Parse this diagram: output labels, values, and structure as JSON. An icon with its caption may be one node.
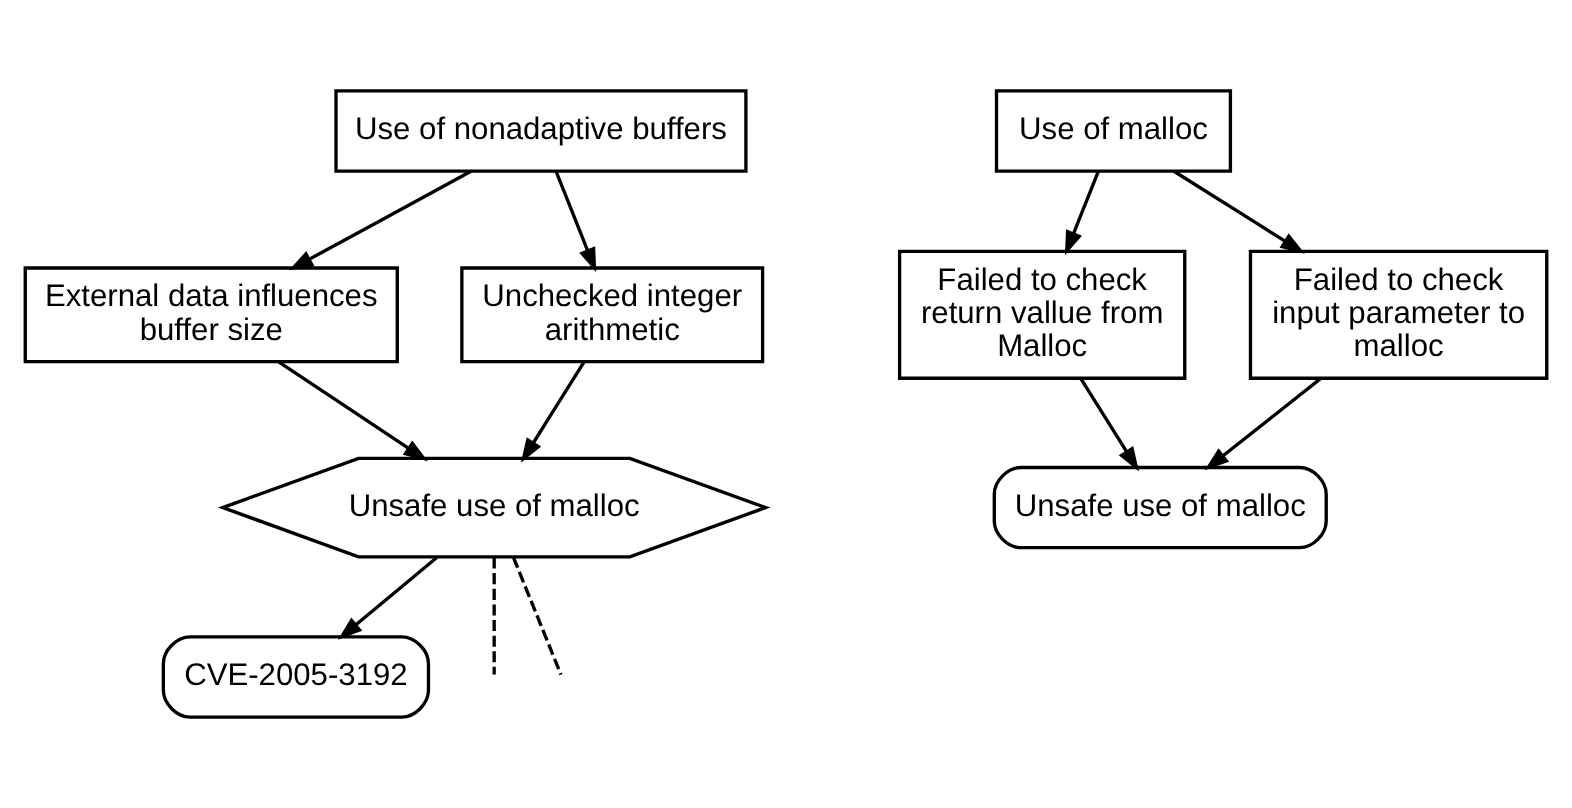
{
  "diagram": {
    "nodes": [
      {
        "text": [
          "Use of nonadaptive buffers"
        ]
      },
      {
        "text": [
          "External data influences buffer size"
        ]
      },
      {
        "text": [
          "Unchecked integer arithmetic"
        ]
      },
      {
        "text": [
          "Unsafe use of malloc"
        ]
      },
      {
        "text": [
          "CVE-2005-3192"
        ]
      },
      {
        "text": [
          "Use of malloc"
        ]
      },
      {
        "text": [
          "Failed to check return vallue from Malloc"
        ]
      },
      {
        "text": [
          "Failed to check input parameter to malloc"
        ]
      },
      {
        "text": [
          "Unsafe use of malloc"
        ]
      }
    ],
    "edges": [
      {
        "from": 0,
        "to": 1,
        "arrow": "to"
      },
      {
        "from": 0,
        "to": 2,
        "arrow": "to"
      },
      {
        "from": 1,
        "to": 3,
        "arrow": "to"
      },
      {
        "from": 2,
        "to": 3,
        "arrow": "to"
      },
      {
        "from": 3,
        "to": 4,
        "arrow": "to"
      },
      {
        "from": 3,
        "to": null,
        "arrow": "none",
        "style": "dashed"
      },
      {
        "from": 3,
        "to": null,
        "arrow": "none",
        "style": "dashed"
      },
      {
        "from": 5,
        "to": 6,
        "arrow": "to"
      },
      {
        "from": 5,
        "to": 7,
        "arrow": "to"
      },
      {
        "from": 6,
        "to": 8,
        "arrow": "to"
      },
      {
        "from": 7,
        "to": 8,
        "arrow": "to"
      }
    ]
  }
}
